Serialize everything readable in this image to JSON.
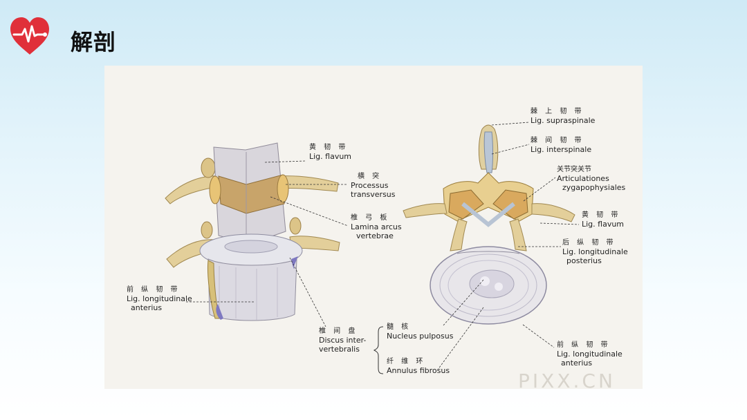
{
  "header": {
    "title": "解剖",
    "icon": "heart-pulse-icon",
    "accent_color": "#e0303a"
  },
  "figure": {
    "labels": {
      "flavum_left": {
        "cn": "黄 韧 带",
        "la": [
          "Lig. flavum"
        ]
      },
      "transverse": {
        "cn": "横 突",
        "la": [
          "Processus",
          "transversus"
        ]
      },
      "lamina": {
        "cn": "椎 弓 板",
        "la": [
          "Lamina arcus",
          "vertebrae"
        ]
      },
      "ant_long_left": {
        "cn": "前 纵 韧 带",
        "la": [
          "Lig. longitudinale",
          "anterius"
        ]
      },
      "disc": {
        "cn": "椎 间 盘",
        "la": [
          "Discus inter-",
          "vertebralis"
        ]
      },
      "nucleus": {
        "cn": "髓 核",
        "la": [
          "Nucleus pulposus"
        ]
      },
      "annulus": {
        "cn": "纤 维 环",
        "la": [
          "Annulus fibrosus"
        ]
      },
      "supraspinale": {
        "cn": "棘 上 韧 带",
        "la": [
          "Lig. supraspinale"
        ]
      },
      "interspinale": {
        "cn": "棘 间 韧 带",
        "la": [
          "Lig. interspinale"
        ]
      },
      "zyg": {
        "cn": "关节突关节",
        "la": [
          "Articulationes",
          "zygapophysiales"
        ]
      },
      "flavum_right": {
        "cn": "黄 韧 带",
        "la": [
          "Lig. flavum"
        ]
      },
      "post_long": {
        "cn": "后 纵 韧 带",
        "la": [
          "Lig. longitudinale",
          "posterius"
        ]
      },
      "ant_long_right": {
        "cn": "前 纵 韧 带",
        "la": [
          "Lig. longitudinale",
          "anterius"
        ]
      }
    },
    "watermark": "PIXX.CN"
  }
}
